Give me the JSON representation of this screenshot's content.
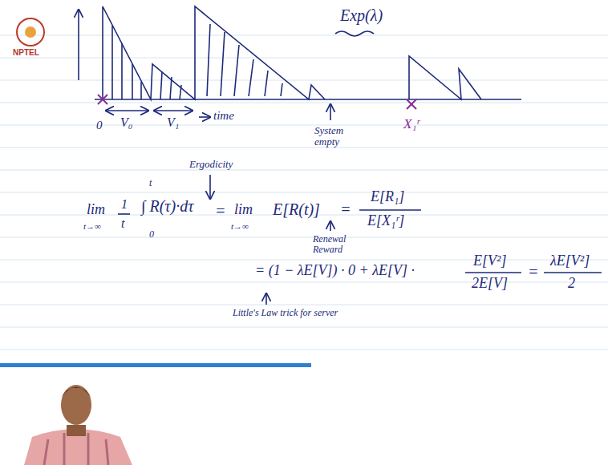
{
  "diagram": {
    "labels": [
      "NPTEL",
      "Exp(λ)",
      "0",
      "V₀",
      "V₁",
      "time",
      "System empty",
      "X₁ʳ",
      "lim",
      "t→∞",
      "1",
      "t",
      "t",
      "0",
      "∫ R(τ)·dτ",
      "Ergodicity",
      "=",
      "lim",
      "t→∞",
      "E[R(t)]",
      "=",
      "E[R₁]",
      "E[X₁ʳ]",
      "Renewal Reward",
      "= (1 − λE[V]) · 0 + λE[V] ·",
      "E[V²]",
      "2E[V]",
      "=",
      "λE[V²]",
      "2",
      "Little's Law trick for server"
    ]
  }
}
